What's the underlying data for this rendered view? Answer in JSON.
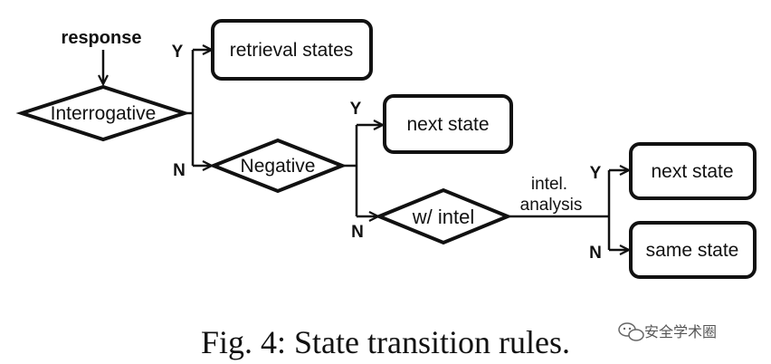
{
  "diagram": {
    "input_label": "response",
    "nodes": {
      "interrogative": "Interrogative",
      "negative": "Negative",
      "with_intel": "w/ intel",
      "retrieval_states": "retrieval states",
      "next_state_1": "next state",
      "next_state_2": "next state",
      "same_state": "same state"
    },
    "branch_labels": {
      "interrogative_yes": "Y",
      "interrogative_no": "N",
      "negative_yes": "Y",
      "negative_no": "N",
      "intel_yes": "Y",
      "intel_no": "N"
    },
    "edge_labels": {
      "intel_line1": "intel.",
      "intel_line2": "analysis"
    }
  },
  "caption": "Fig. 4: State transition rules.",
  "watermark": "安全学术圈",
  "colors": {
    "stroke": "#111111",
    "background": "#ffffff"
  },
  "icons": {
    "watermark": "wechat-icon"
  }
}
